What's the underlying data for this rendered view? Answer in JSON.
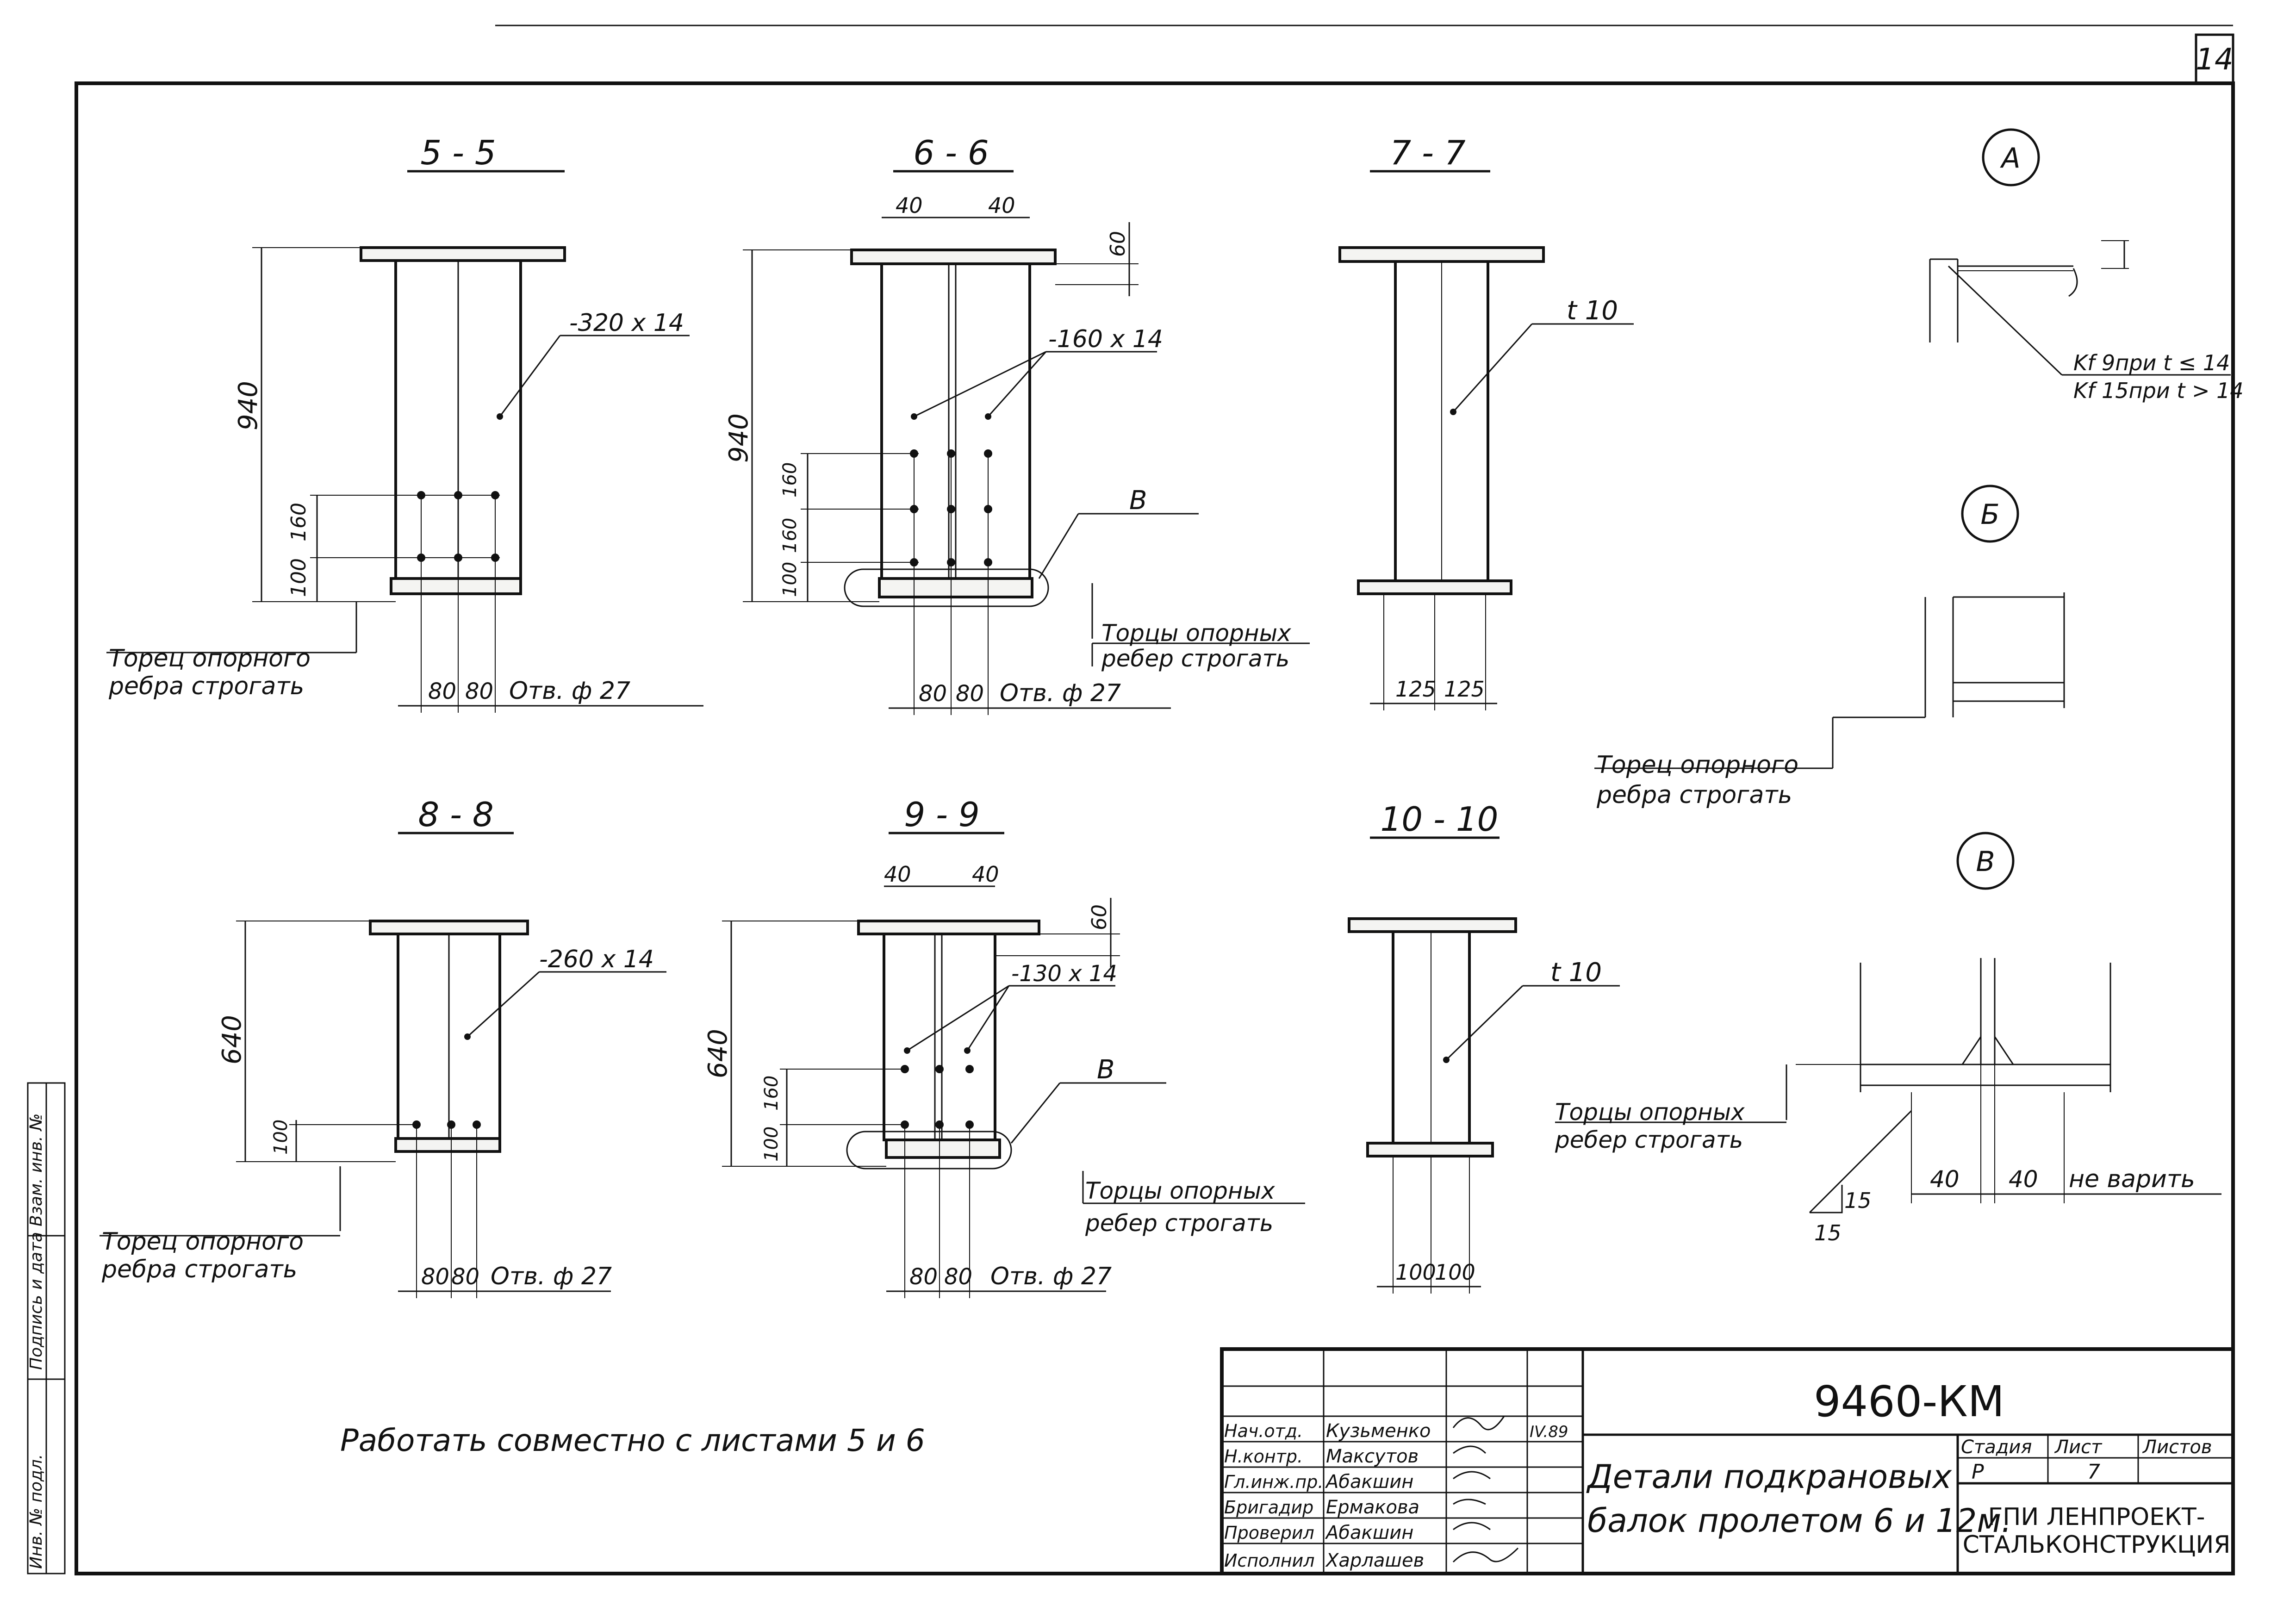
{
  "sheet": {
    "number": "14"
  },
  "sections": {
    "s5": {
      "title": "5 - 5",
      "height": "940",
      "d160": "160",
      "d100": "100",
      "plate": "-320 x 14",
      "sp1": "80",
      "sp2": "80",
      "hole": "Отв. ф 27",
      "note1": "Торец опорного",
      "note2": "ребра строгать"
    },
    "s6": {
      "title": "6 - 6",
      "top1": "40",
      "top2": "40",
      "d60": "60",
      "height": "940",
      "d160a": "160",
      "d160b": "160",
      "d100": "100",
      "plate": "-160 x 14",
      "callout": "В",
      "sp1": "80",
      "sp2": "80",
      "hole": "Отв. ф 27",
      "note1": "Торцы опорных",
      "note2": "ребер строгать"
    },
    "s7": {
      "title": "7 - 7",
      "web": "t 10",
      "sp1": "125",
      "sp2": "125"
    },
    "s8": {
      "title": "8 - 8",
      "height": "640",
      "d100": "100",
      "plate": "-260 x 14",
      "sp1": "80",
      "sp2": "80",
      "hole": "Отв. ф 27",
      "note1": "Торец опорного",
      "note2": "ребра строгать"
    },
    "s9": {
      "title": "9 - 9",
      "top1": "40",
      "top2": "40",
      "d60": "60",
      "height": "640",
      "d160": "160",
      "d100": "100",
      "plate": "-130 x 14",
      "callout": "В",
      "sp1": "80",
      "sp2": "80",
      "hole": "Отв. ф 27",
      "note1": "Торцы опорных",
      "note2": "ребер строгать"
    },
    "s10": {
      "title": "10 - 10",
      "web": "t 10",
      "sp1": "100",
      "sp2": "100"
    }
  },
  "details": {
    "A": {
      "label": "А",
      "dim": "Kf",
      "note1": "Kf 9при t ≤ 14",
      "note2": "Kf 15при t > 14"
    },
    "B": {
      "label": "Б",
      "note1": "Торец опорного",
      "note2": "ребра строгать"
    },
    "V": {
      "label": "В",
      "note1": "Торцы опорных",
      "note2": "ребер строгать",
      "sp1": "40",
      "sp2": "40",
      "nw": "не варить",
      "slope1": "15",
      "slope2": "15"
    }
  },
  "note": "Работать совместно с листами 5 и 6",
  "side_stamp": {
    "f1": "Инв. № подл.",
    "f2": "Подпись и дата",
    "f3": "Взам. инв. №"
  },
  "title_block": {
    "code": "9460-КМ",
    "description_line1": "Детали подкрановых",
    "description_line2": "балок пролетом 6 и 12м.",
    "stage_header": "Стадия",
    "sheet_header": "Лист",
    "sheets_header": "Листов",
    "stage": "Р",
    "sheet": "7",
    "sheets": "",
    "org_line1": "ГПИ ЛЕНПРОЕКТ-",
    "org_line2": "СТАЛЬКОНСТРУКЦИЯ",
    "roles": [
      {
        "role": "Нач.отд.",
        "name": "Кузьменко",
        "date": "IV.89"
      },
      {
        "role": "Н.контр.",
        "name": "Максутов",
        "date": ""
      },
      {
        "role": "Гл.инж.пр.",
        "name": "Абакшин",
        "date": ""
      },
      {
        "role": "Бригадир",
        "name": "Ермакова",
        "date": ""
      },
      {
        "role": "Проверил",
        "name": "Абакшин",
        "date": ""
      },
      {
        "role": "Исполнил",
        "name": "Харлашев",
        "date": ""
      }
    ]
  }
}
